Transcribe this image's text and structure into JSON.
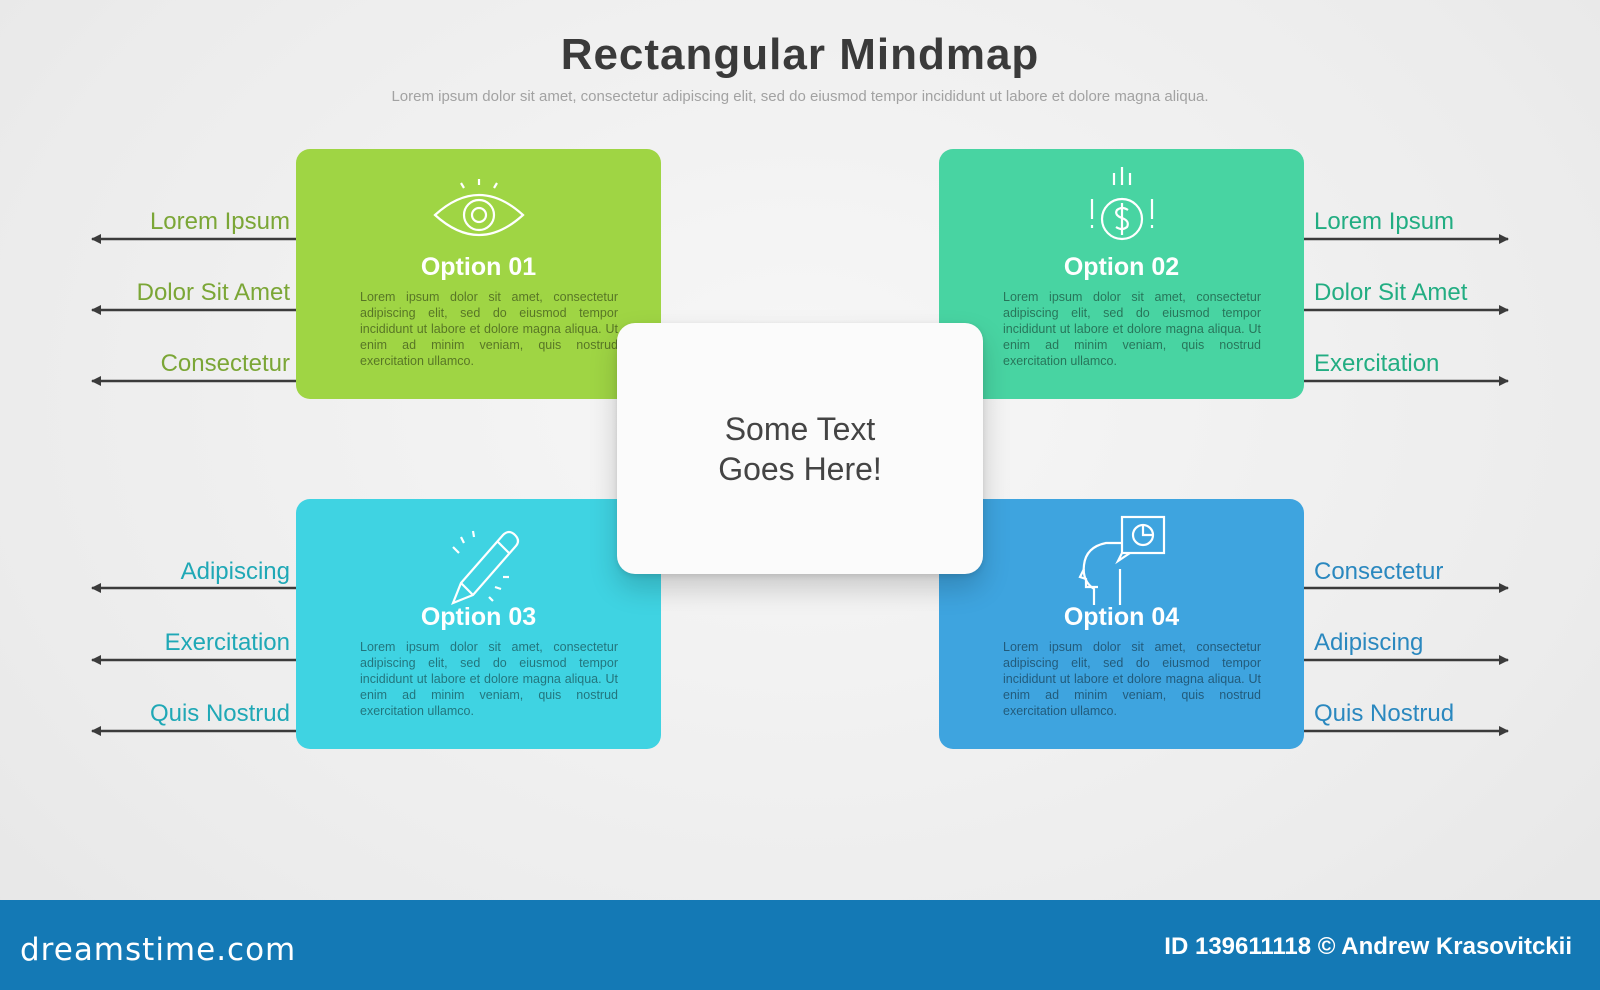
{
  "title": "Rectangular Mindmap",
  "subtitle": "Lorem ipsum dolor sit amet, consectetur adipiscing elit, sed do eiusmod tempor incididunt ut labore et dolore magna aliqua.",
  "center_text": "Some Text Goes Here!",
  "card_body_text": "Lorem ipsum dolor sit amet, consectetur adipiscing elit, sed do eiusmod tempor incididunt ut labore et dolore magna aliqua. Ut enim ad minim veniam, quis nostrud exercitation ullamco.",
  "cards": [
    {
      "label": "Option 01",
      "icon": "eye-icon",
      "color": "#9fd544",
      "branches": [
        "Lorem Ipsum",
        "Dolor Sit Amet",
        "Consectetur"
      ]
    },
    {
      "label": "Option 02",
      "icon": "falling-coin-icon",
      "color": "#48d4a2",
      "branches": [
        "Lorem Ipsum",
        "Dolor Sit Amet",
        "Exercitation"
      ]
    },
    {
      "label": "Option 03",
      "icon": "pen-icon",
      "color": "#3fd3e2",
      "branches": [
        "Adipiscing",
        "Exercitation",
        "Quis Nostrud"
      ]
    },
    {
      "label": "Option 04",
      "icon": "head-with-chart-icon",
      "color": "#3ea4df",
      "branches": [
        "Consectetur",
        "Adipiscing",
        "Quis Nostrud"
      ]
    }
  ],
  "footer": {
    "brand": "dreamstime.com",
    "credit": "ID 139611118 © Andrew Krasovitckii"
  }
}
